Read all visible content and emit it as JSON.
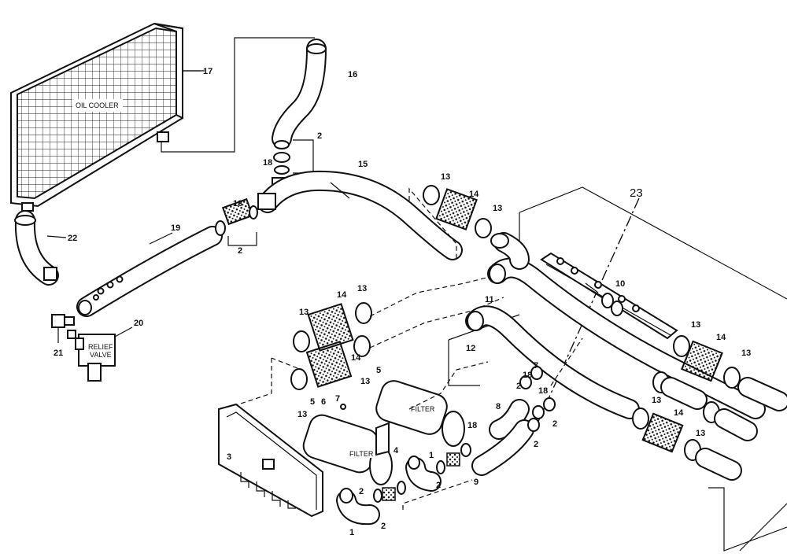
{
  "labels": {
    "oil_cooler_text": "OIL COOLER",
    "filter_text_1": "FILTER",
    "filter_text_2": "FILTER",
    "relief_text_1": "RELIEF",
    "relief_text_2": "VALVE"
  },
  "callouts": {
    "n1a": "1",
    "n1b": "1",
    "n2a": "2",
    "n2b": "2",
    "n2c": "2",
    "n2d": "2",
    "n2e": "2",
    "n2f": "2",
    "n2g": "2",
    "n2h": "2",
    "n3": "3",
    "n4": "4",
    "n5a": "5",
    "n5b": "5",
    "n6": "6",
    "n7a": "7",
    "n7b": "7",
    "n8": "8",
    "n9": "9",
    "n10": "10",
    "n11": "11",
    "n12": "12",
    "n13a": "13",
    "n13b": "13",
    "n13c": "13",
    "n13d": "13",
    "n13e": "13",
    "n13f": "13",
    "n13g": "13",
    "n13h": "13",
    "n13i": "13",
    "n13j": "13",
    "n14a": "14",
    "n14b": "14",
    "n14c": "14",
    "n14d": "14",
    "n14e": "14",
    "n15": "15",
    "n16": "16",
    "n17": "17",
    "n18a": "18",
    "n18b": "18",
    "n18c": "18",
    "n18d": "18",
    "n18e": "18",
    "n19": "19",
    "n20": "20",
    "n21": "21",
    "n22": "22",
    "n23": "23"
  }
}
